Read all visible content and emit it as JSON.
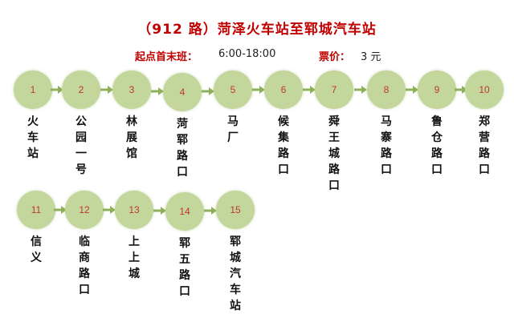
{
  "title": "（912 路）菏泽火车站至郓城汽车站",
  "info": {
    "hours_label": "起点首末班：",
    "hours_value": "6:00-18:00",
    "fare_label": "票价：",
    "fare_value": "3 元"
  },
  "colors": {
    "circle": "#c3d69b",
    "arrow": "#8fb05a",
    "number": "#c0392b",
    "title": "#c00000"
  },
  "stops": [
    {
      "num": "1",
      "name": "火车站"
    },
    {
      "num": "2",
      "name": "公园一号"
    },
    {
      "num": "3",
      "name": "林展馆"
    },
    {
      "num": "4",
      "name": "菏郓路口"
    },
    {
      "num": "5",
      "name": "马厂"
    },
    {
      "num": "6",
      "name": "候集路口"
    },
    {
      "num": "7",
      "name": "舜王城路口"
    },
    {
      "num": "8",
      "name": "马寨路口"
    },
    {
      "num": "9",
      "name": "鲁仓路口"
    },
    {
      "num": "10",
      "name": "郑营路口"
    },
    {
      "num": "11",
      "name": "信义"
    },
    {
      "num": "12",
      "name": "临商路口"
    },
    {
      "num": "13",
      "name": "上上城"
    },
    {
      "num": "14",
      "name": "郓五路口"
    },
    {
      "num": "15",
      "name": "郓城汽车站"
    }
  ]
}
